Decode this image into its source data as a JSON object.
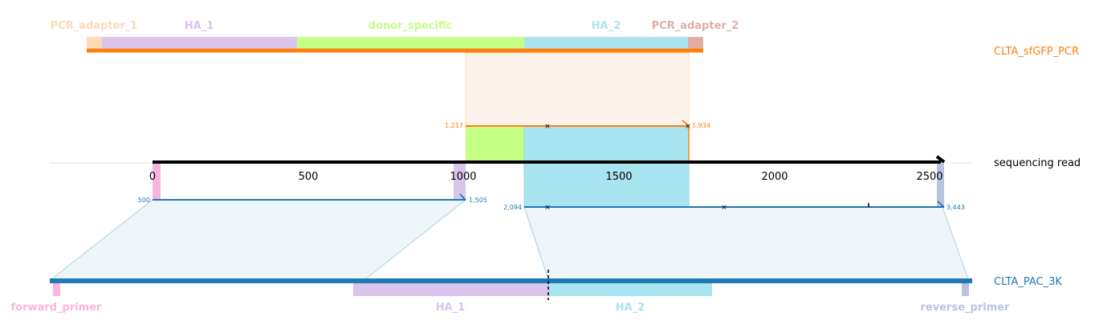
{
  "colors": {
    "pcr": "#ff7f0e",
    "pac": "#1f77b4",
    "read": "#000000",
    "pcr_adapter_1": "#fdd9b5",
    "ha_1": "#d9c4ec",
    "donor_specific": "#c6ff85",
    "ha_2": "#a8e4ef",
    "pcr_adapter_2": "#e2aea2",
    "forward_primer": "#f9b5dd",
    "reverse_primer": "#b8c4df",
    "pcr_alignment_fill": "#fdf3ec",
    "pac_alignment_fill": "#eef5f8"
  },
  "references": {
    "top": {
      "name": "CLTA_sfGFP_PCR"
    },
    "read": {
      "name": "sequencing read"
    },
    "bottom": {
      "name": "CLTA_PAC_3K"
    }
  },
  "top_features": [
    {
      "label": "PCR_adapter_1",
      "color": "#fdd9b5"
    },
    {
      "label": "HA_1",
      "color": "#d9c4ec"
    },
    {
      "label": "donor_specific",
      "color": "#c6ff85"
    },
    {
      "label": "HA_2",
      "color": "#a8e4ef"
    },
    {
      "label": "PCR_adapter_2",
      "color": "#e2aea2"
    }
  ],
  "bottom_features": [
    {
      "label": "forward_primer",
      "color": "#f9b5dd"
    },
    {
      "label": "HA_1",
      "color": "#d9c4ec"
    },
    {
      "label": "HA_2",
      "color": "#a8e4ef"
    },
    {
      "label": "reverse_primer",
      "color": "#b8c4df"
    }
  ],
  "read_axis": {
    "ticks": [
      "0",
      "500",
      "1000",
      "1500",
      "2000",
      "2500"
    ]
  },
  "alignments": [
    {
      "reference": "CLTA_sfGFP_PCR",
      "read_start": 1000,
      "read_end": 1725,
      "ref_start": "1,217",
      "ref_end": "1,934"
    },
    {
      "reference": "CLTA_PAC_3K",
      "read_start": 0,
      "read_end": 1005,
      "ref_start": "500",
      "ref_end": "1,505"
    },
    {
      "reference": "CLTA_PAC_3K",
      "read_start": 1195,
      "read_end": 2545,
      "ref_start": "2,094",
      "ref_end": "3,443"
    }
  ]
}
